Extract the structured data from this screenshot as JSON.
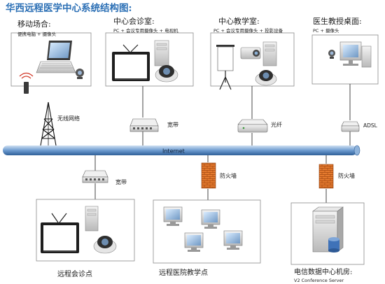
{
  "title": "华西远程医学中心系统结构图:",
  "colors": {
    "title": "#2b6fb5",
    "bus_fill": "#4d7fb8",
    "bus_light": "#cfe0f3",
    "firewall": "#e07020",
    "box_border": "#888888"
  },
  "sites_top": [
    {
      "title": "移动场合:",
      "subtitle": "便携电脑 + 摄像头"
    },
    {
      "title": "中心会诊室:",
      "subtitle": "PC + 会议专用摄像头 + 电视机"
    },
    {
      "title": "中心教学室:",
      "subtitle": "PC + 会议专用摄像头 + 投影设备"
    },
    {
      "title": "医生教授桌面:",
      "subtitle": "PC + 摄像头"
    }
  ],
  "links": {
    "wireless": "无线网络",
    "broadband_top": "宽带",
    "fiber": "光纤",
    "adsl": "ADSL",
    "broadband_bottom": "宽带",
    "firewall_1": "防火墙",
    "firewall_2": "防火墙"
  },
  "bus_label": "Internet",
  "sites_bottom": [
    {
      "title": "远程会诊点",
      "subtitle": ""
    },
    {
      "title": "远程医院教学点",
      "subtitle": ""
    },
    {
      "title": "电信数据中心机房:",
      "subtitle": "V2 Conference Server"
    }
  ]
}
